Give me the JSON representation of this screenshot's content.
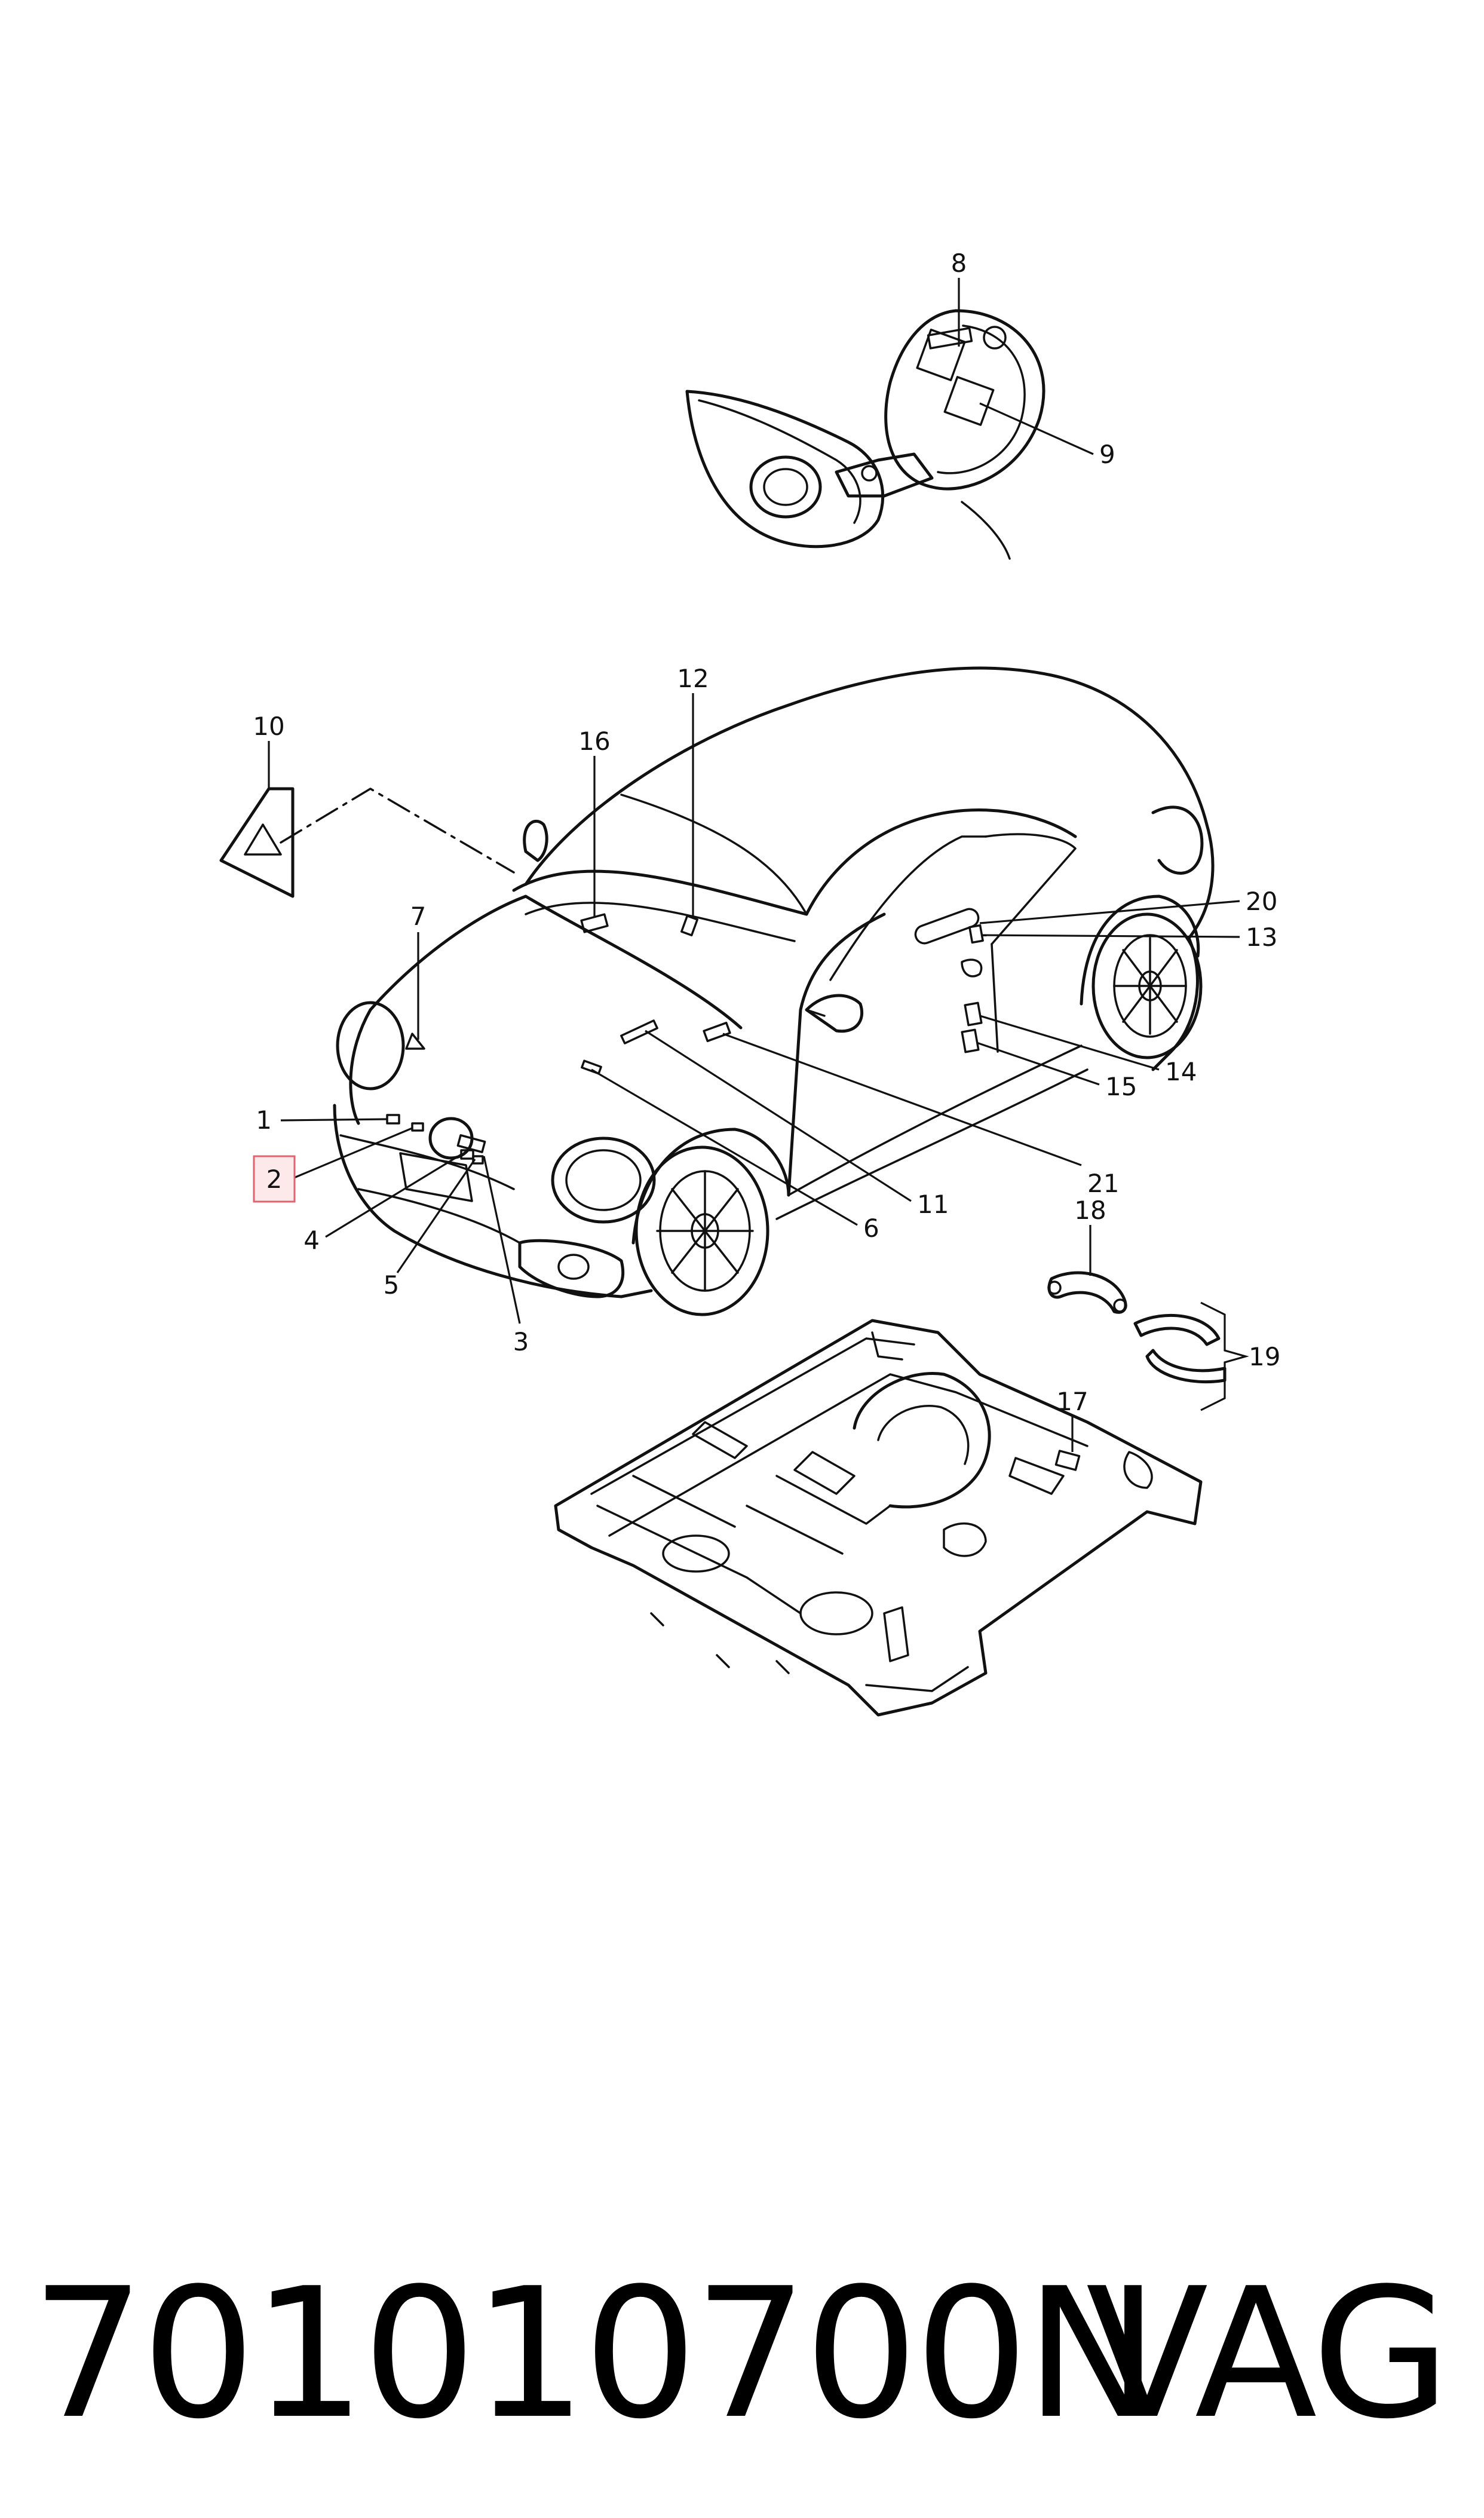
{
  "diagram": {
    "callouts": [
      {
        "id": "1",
        "label": "1"
      },
      {
        "id": "2",
        "label": "2",
        "highlighted": true
      },
      {
        "id": "3",
        "label": "3"
      },
      {
        "id": "4",
        "label": "4"
      },
      {
        "id": "5",
        "label": "5"
      },
      {
        "id": "6",
        "label": "6"
      },
      {
        "id": "7",
        "label": "7"
      },
      {
        "id": "8",
        "label": "8"
      },
      {
        "id": "9",
        "label": "9"
      },
      {
        "id": "10",
        "label": "10"
      },
      {
        "id": "11",
        "label": "11"
      },
      {
        "id": "12",
        "label": "12"
      },
      {
        "id": "13",
        "label": "13"
      },
      {
        "id": "14",
        "label": "14"
      },
      {
        "id": "15",
        "label": "15"
      },
      {
        "id": "16",
        "label": "16"
      },
      {
        "id": "17",
        "label": "17"
      },
      {
        "id": "18",
        "label": "18"
      },
      {
        "id": "19",
        "label": "19"
      },
      {
        "id": "20",
        "label": "20"
      },
      {
        "id": "21",
        "label": "21"
      }
    ],
    "highlight_color": "#e06470"
  },
  "footer": {
    "part_number": "701010700N",
    "brand": "VAG"
  }
}
